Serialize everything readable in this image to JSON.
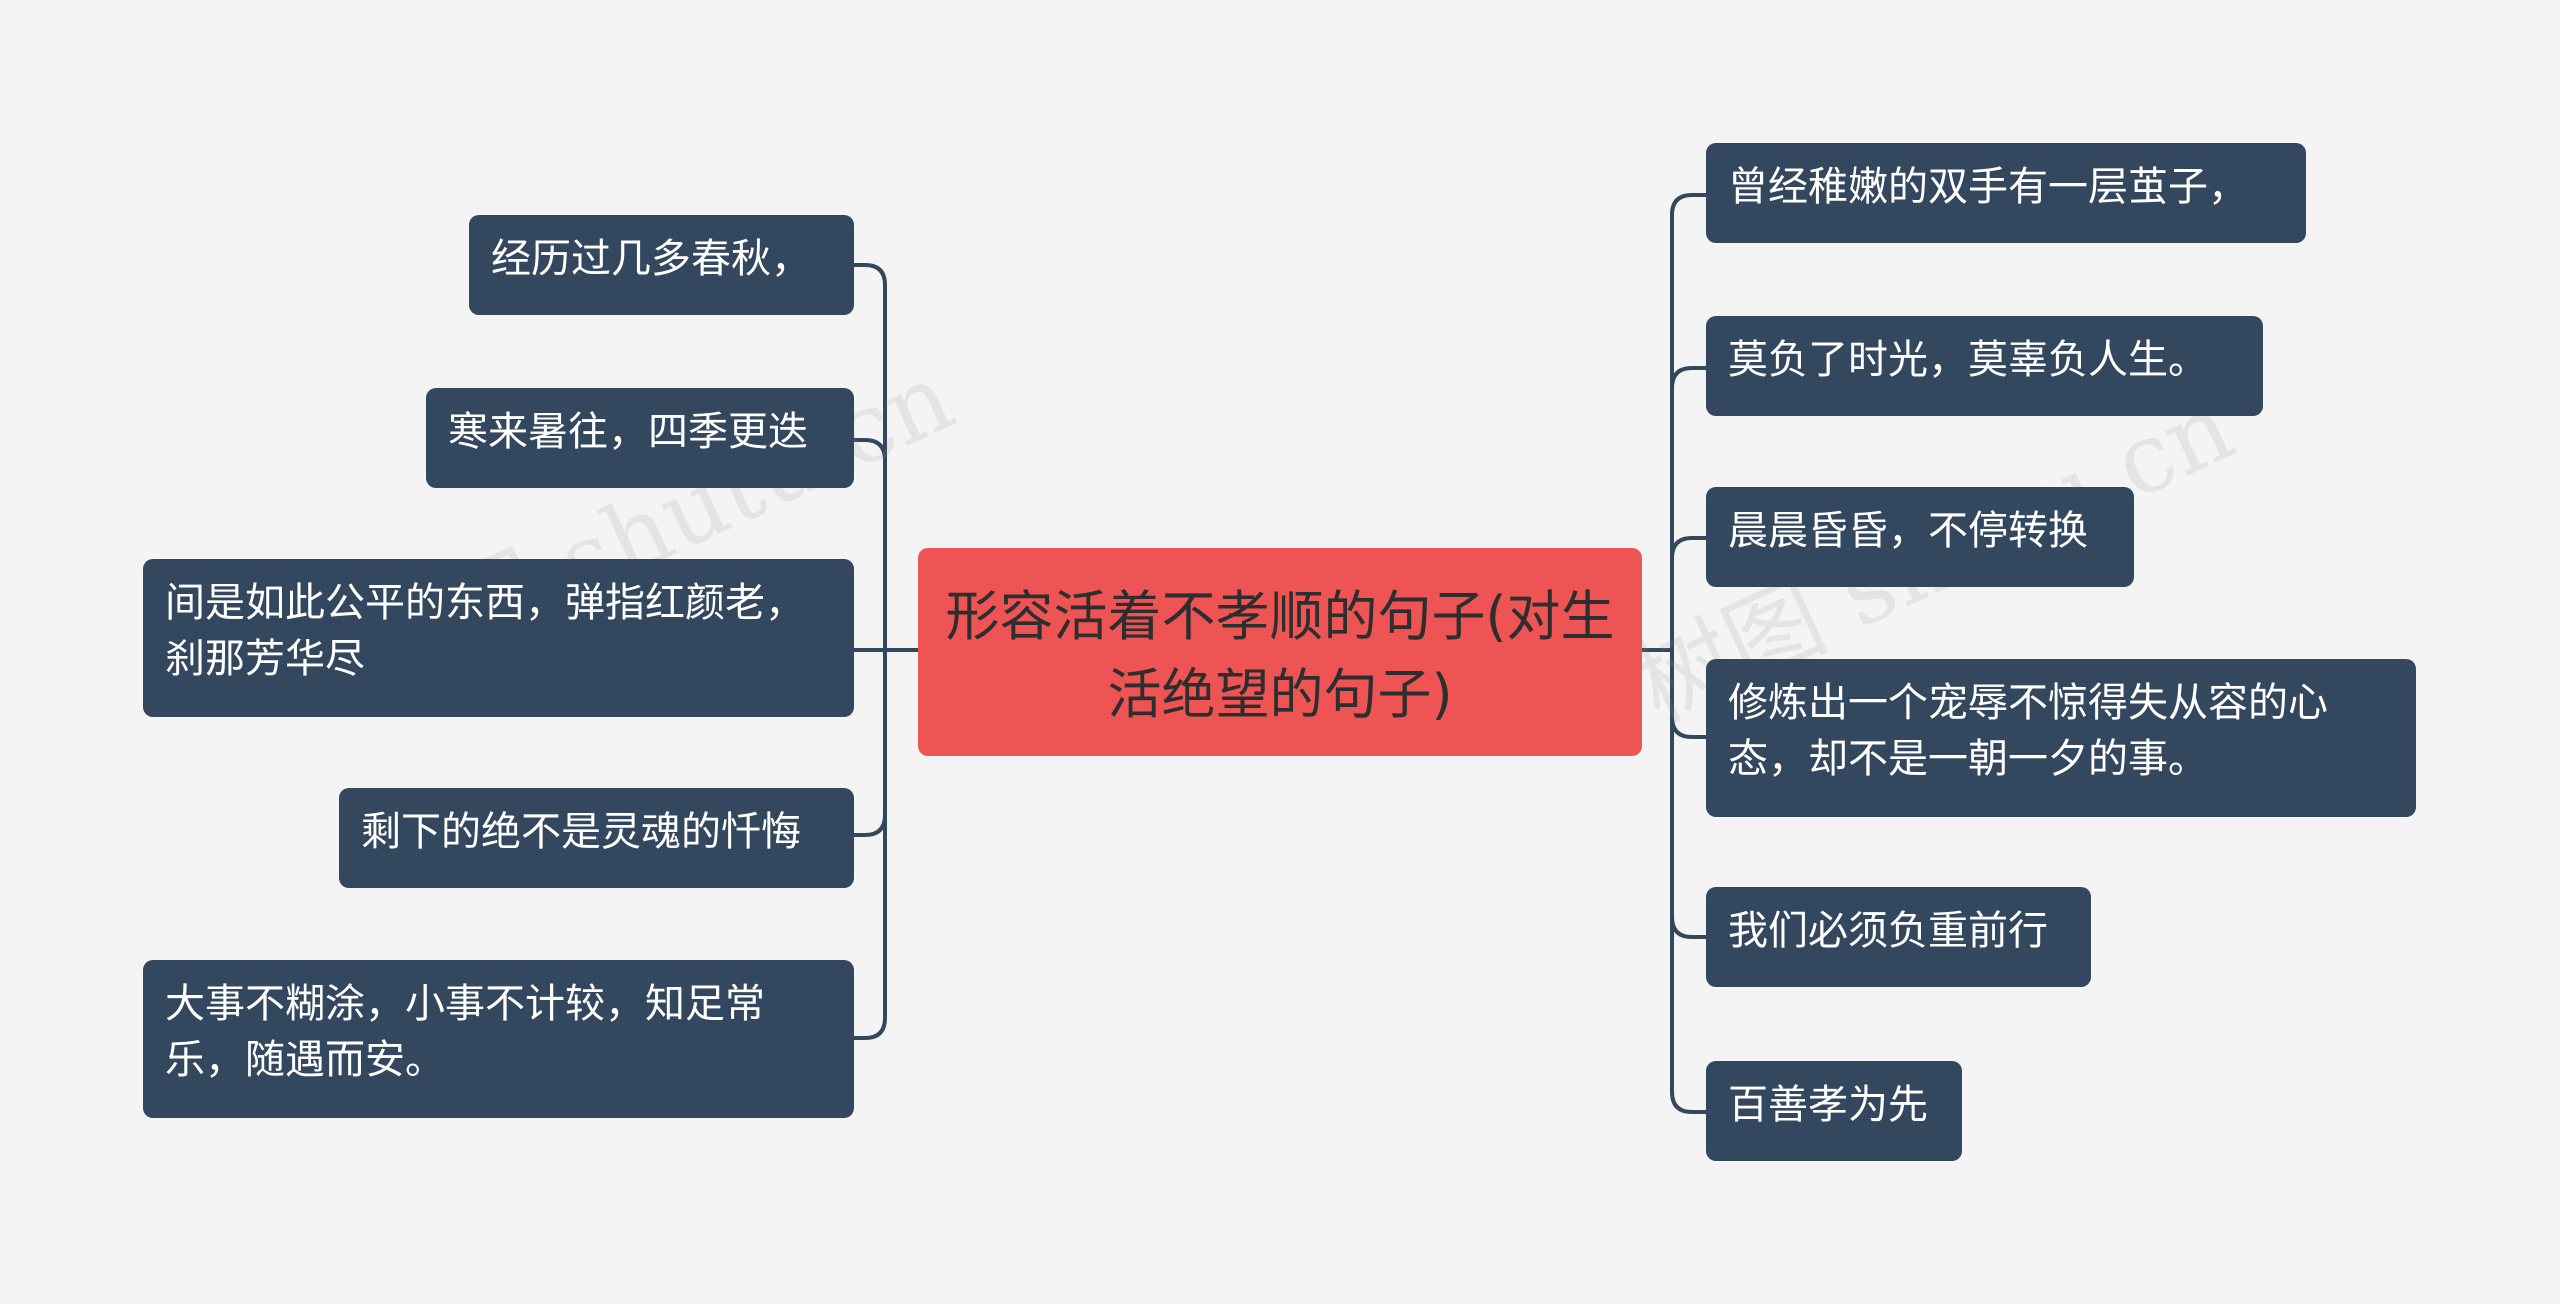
{
  "center": {
    "title": "形容活着不孝顺的句子(对生活绝望的句子)",
    "color": "#ee5454"
  },
  "left_branches": [
    {
      "text": "经历过几多春秋，"
    },
    {
      "text": "寒来暑往，四季更迭"
    },
    {
      "text": "间是如此公平的东西，弹指红颜老，刹那芳华尽"
    },
    {
      "text": "剩下的绝不是灵魂的忏悔"
    },
    {
      "text": "大事不糊涂，小事不计较，知足常乐，随遇而安。"
    }
  ],
  "right_branches": [
    {
      "text": "曾经稚嫩的双手有一层茧子，"
    },
    {
      "text": "莫负了时光，莫辜负人生。"
    },
    {
      "text": "晨晨昏昏，不停转换"
    },
    {
      "text": "修炼出一个宠辱不惊得失从容的心态，却不是一朝一夕的事。"
    },
    {
      "text": "我们必须负重前行"
    },
    {
      "text": "百善孝为先"
    }
  ],
  "watermarks": [
    "树图 shutu.cn",
    "树图 shutu.cn"
  ],
  "colors": {
    "node_bg": "#33475e",
    "connector": "#33475e",
    "background": "#f4f4f4"
  }
}
